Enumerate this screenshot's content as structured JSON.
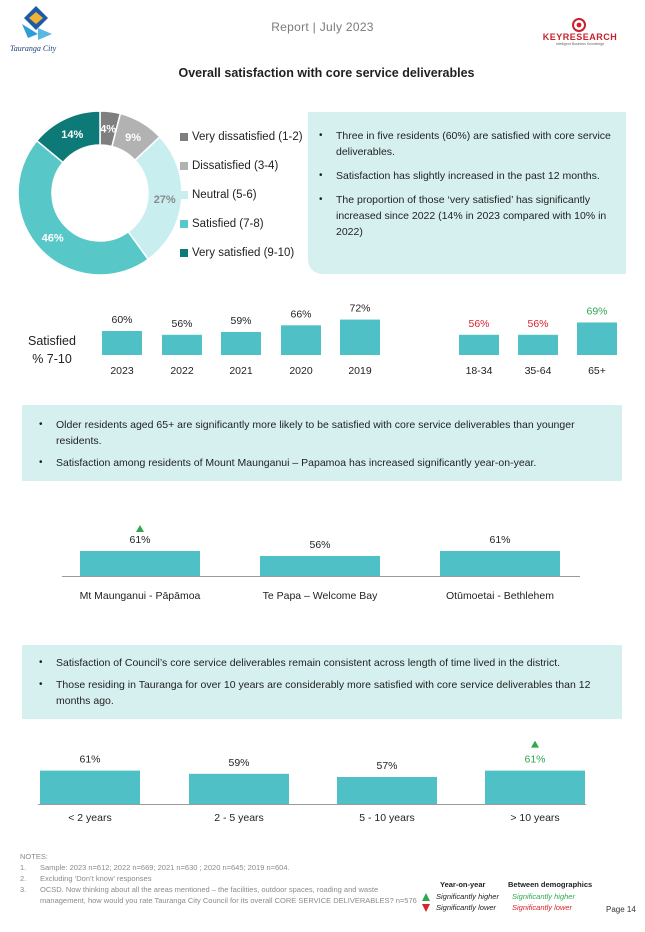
{
  "header": {
    "report_title": "Report | July 2023",
    "left_logo_text": "Tauranga City",
    "right_logo_text": "KEYRESEARCH",
    "right_logo_tagline": "Intelligent Business Knowledge"
  },
  "page_heading": "Overall satisfaction with core service deliverables",
  "colors": {
    "very_dissatisfied": "#7f7f7f",
    "dissatisfied": "#b2b2b2",
    "neutral": "#c8eef0",
    "satisfied": "#58c7c8",
    "very_satisfied": "#0e7a78",
    "bar": "#4fc1c6",
    "callout": "#d6f0f0",
    "sig_up": "#2fa84f",
    "sig_down": "#d9242b"
  },
  "chart_data": [
    {
      "type": "pie",
      "labels": [
        "Very dissatisfied (1-2)",
        "Dissatisfied (3-4)",
        "Neutral (5-6)",
        "Satisfied (7-8)",
        "Very satisfied (9-10)"
      ],
      "values": [
        4,
        9,
        27,
        46,
        14
      ],
      "value_labels": [
        "4%",
        "9%",
        "27%",
        "46%",
        "14%"
      ],
      "donut": true,
      "legend_placement": "right"
    },
    {
      "type": "bar",
      "ylabel": "Satisfied % 7-10",
      "categories": [
        "2023",
        "2022",
        "2021",
        "2020",
        "2019",
        "18-34",
        "35-64",
        "65+"
      ],
      "values": [
        60,
        56,
        59,
        66,
        72,
        56,
        56,
        69
      ],
      "value_labels": [
        "60%",
        "56%",
        "59%",
        "66%",
        "72%",
        "56%",
        "56%",
        "69%"
      ],
      "significance": [
        "",
        "",
        "",
        "",
        "",
        "lower",
        "lower",
        "higher"
      ]
    },
    {
      "type": "bar",
      "categories": [
        "Mt Maunganui - Pāpāmoa",
        "Te Papa – Welcome Bay",
        "Otūmoetai - Bethlehem"
      ],
      "values": [
        61,
        56,
        61
      ],
      "value_labels": [
        "61%",
        "56%",
        "61%"
      ],
      "year_on_year": [
        "higher",
        "",
        ""
      ]
    },
    {
      "type": "bar",
      "categories": [
        "< 2 years",
        "2 - 5 years",
        "5 - 10 years",
        "> 10 years"
      ],
      "values": [
        61,
        59,
        57,
        61
      ],
      "value_labels": [
        "61%",
        "59%",
        "57%",
        "61%"
      ],
      "significance": [
        "",
        "",
        "",
        "higher"
      ]
    }
  ],
  "callout_1": [
    "Three in five residents (60%) are satisfied with core service deliverables.",
    "Satisfaction has slightly increased in the past 12 months.",
    "The proportion of those ‘very satisfied’ has significantly increased since 2022 (14% in 2023 compared with 10% in 2022)"
  ],
  "callout_2": [
    "Older residents aged 65+ are significantly more likely to be satisfied with core service deliverables than younger residents.",
    "Satisfaction among residents of Mount Maunganui – Papamoa  has increased significantly year-on-year."
  ],
  "callout_3": [
    "Satisfaction of Council’s core service deliverables remain consistent across length of time lived in the district.",
    "Those residing in Tauranga for over 10 years are considerably more satisfied with core service deliverables than 12 months ago."
  ],
  "side_label": "Satisfied\n% 7-10",
  "notes": {
    "heading": "NOTES:",
    "items": [
      {
        "num": "1.",
        "text": "Sample: 2023 n=612; 2022 n=669; 2021 n=630 ; 2020 n=645; 2019 n=604."
      },
      {
        "num": "2.",
        "text": "Excluding ‘Don’t know’ responses"
      },
      {
        "num": "3.",
        "text": "OCSD. Now thinking about all the areas mentioned – the facilities, outdoor spaces, roading and waste management, how would you rate Tauranga City Council for its overall CORE SERVICE DELIVERABLES? n=576"
      }
    ]
  },
  "sig_key": {
    "year_on_year_heading": "Year-on-year",
    "between_heading": "Between demographics",
    "higher": "Significantly higher",
    "lower": "Significantly lower"
  },
  "page_number": "Page 14"
}
